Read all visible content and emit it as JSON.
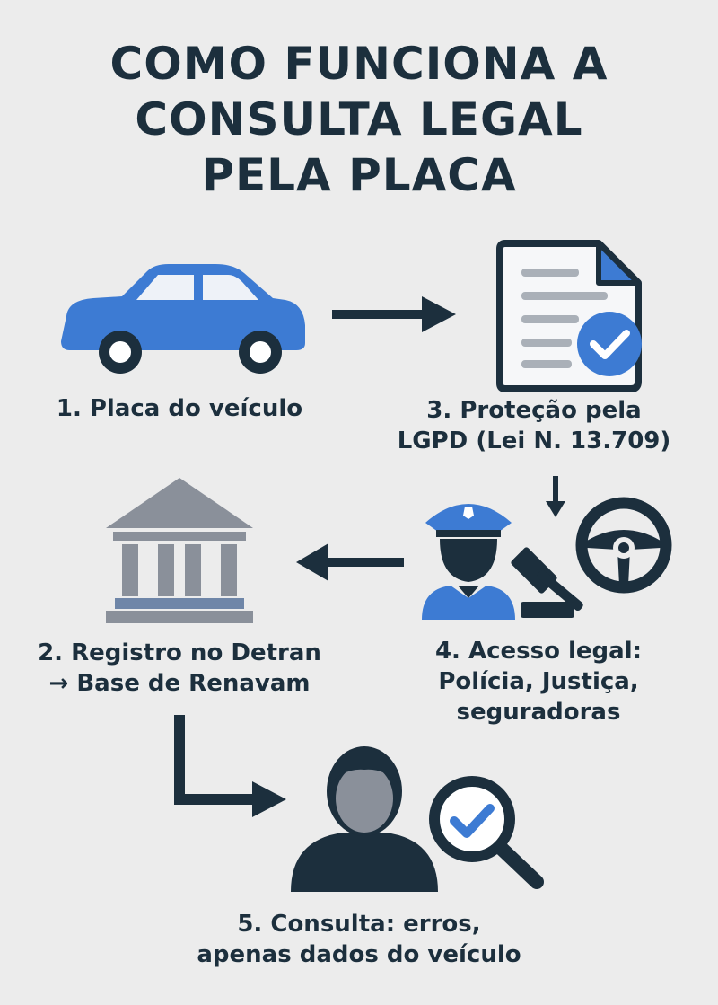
{
  "title": {
    "line1": "COMO FUNCIONA A",
    "line2": "CONSULTA LEGAL",
    "line3": "PELA PLACA"
  },
  "steps": {
    "step1": {
      "line1": "1. Placa do veículo"
    },
    "step2": {
      "line1": "2. Registro no Detran",
      "line2": "→ Base de Renavam"
    },
    "step3": {
      "line1": "3. Proteção pela",
      "line2": "LGPD (Lei N. 13.709)"
    },
    "step4": {
      "line1": "4. Acesso legal:",
      "line2": "Polícia, Justiça,",
      "line3": "seguradoras"
    },
    "step5": {
      "line1": "5. Consulta: erros,",
      "line2": "apenas dados do veículo"
    }
  },
  "icons": {
    "step1": "car-icon",
    "step2": "bank-building-icon",
    "step3": "document-check-icon",
    "step4a": "police-officer-icon",
    "step4b": "gavel-icon",
    "step4c": "steering-wheel-icon",
    "step5a": "person-icon",
    "step5b": "magnifier-check-icon"
  },
  "colors": {
    "navy": "#1c2f3d",
    "blue": "#3d7bd3",
    "gray": "#8a909a",
    "background": "#ececec"
  }
}
